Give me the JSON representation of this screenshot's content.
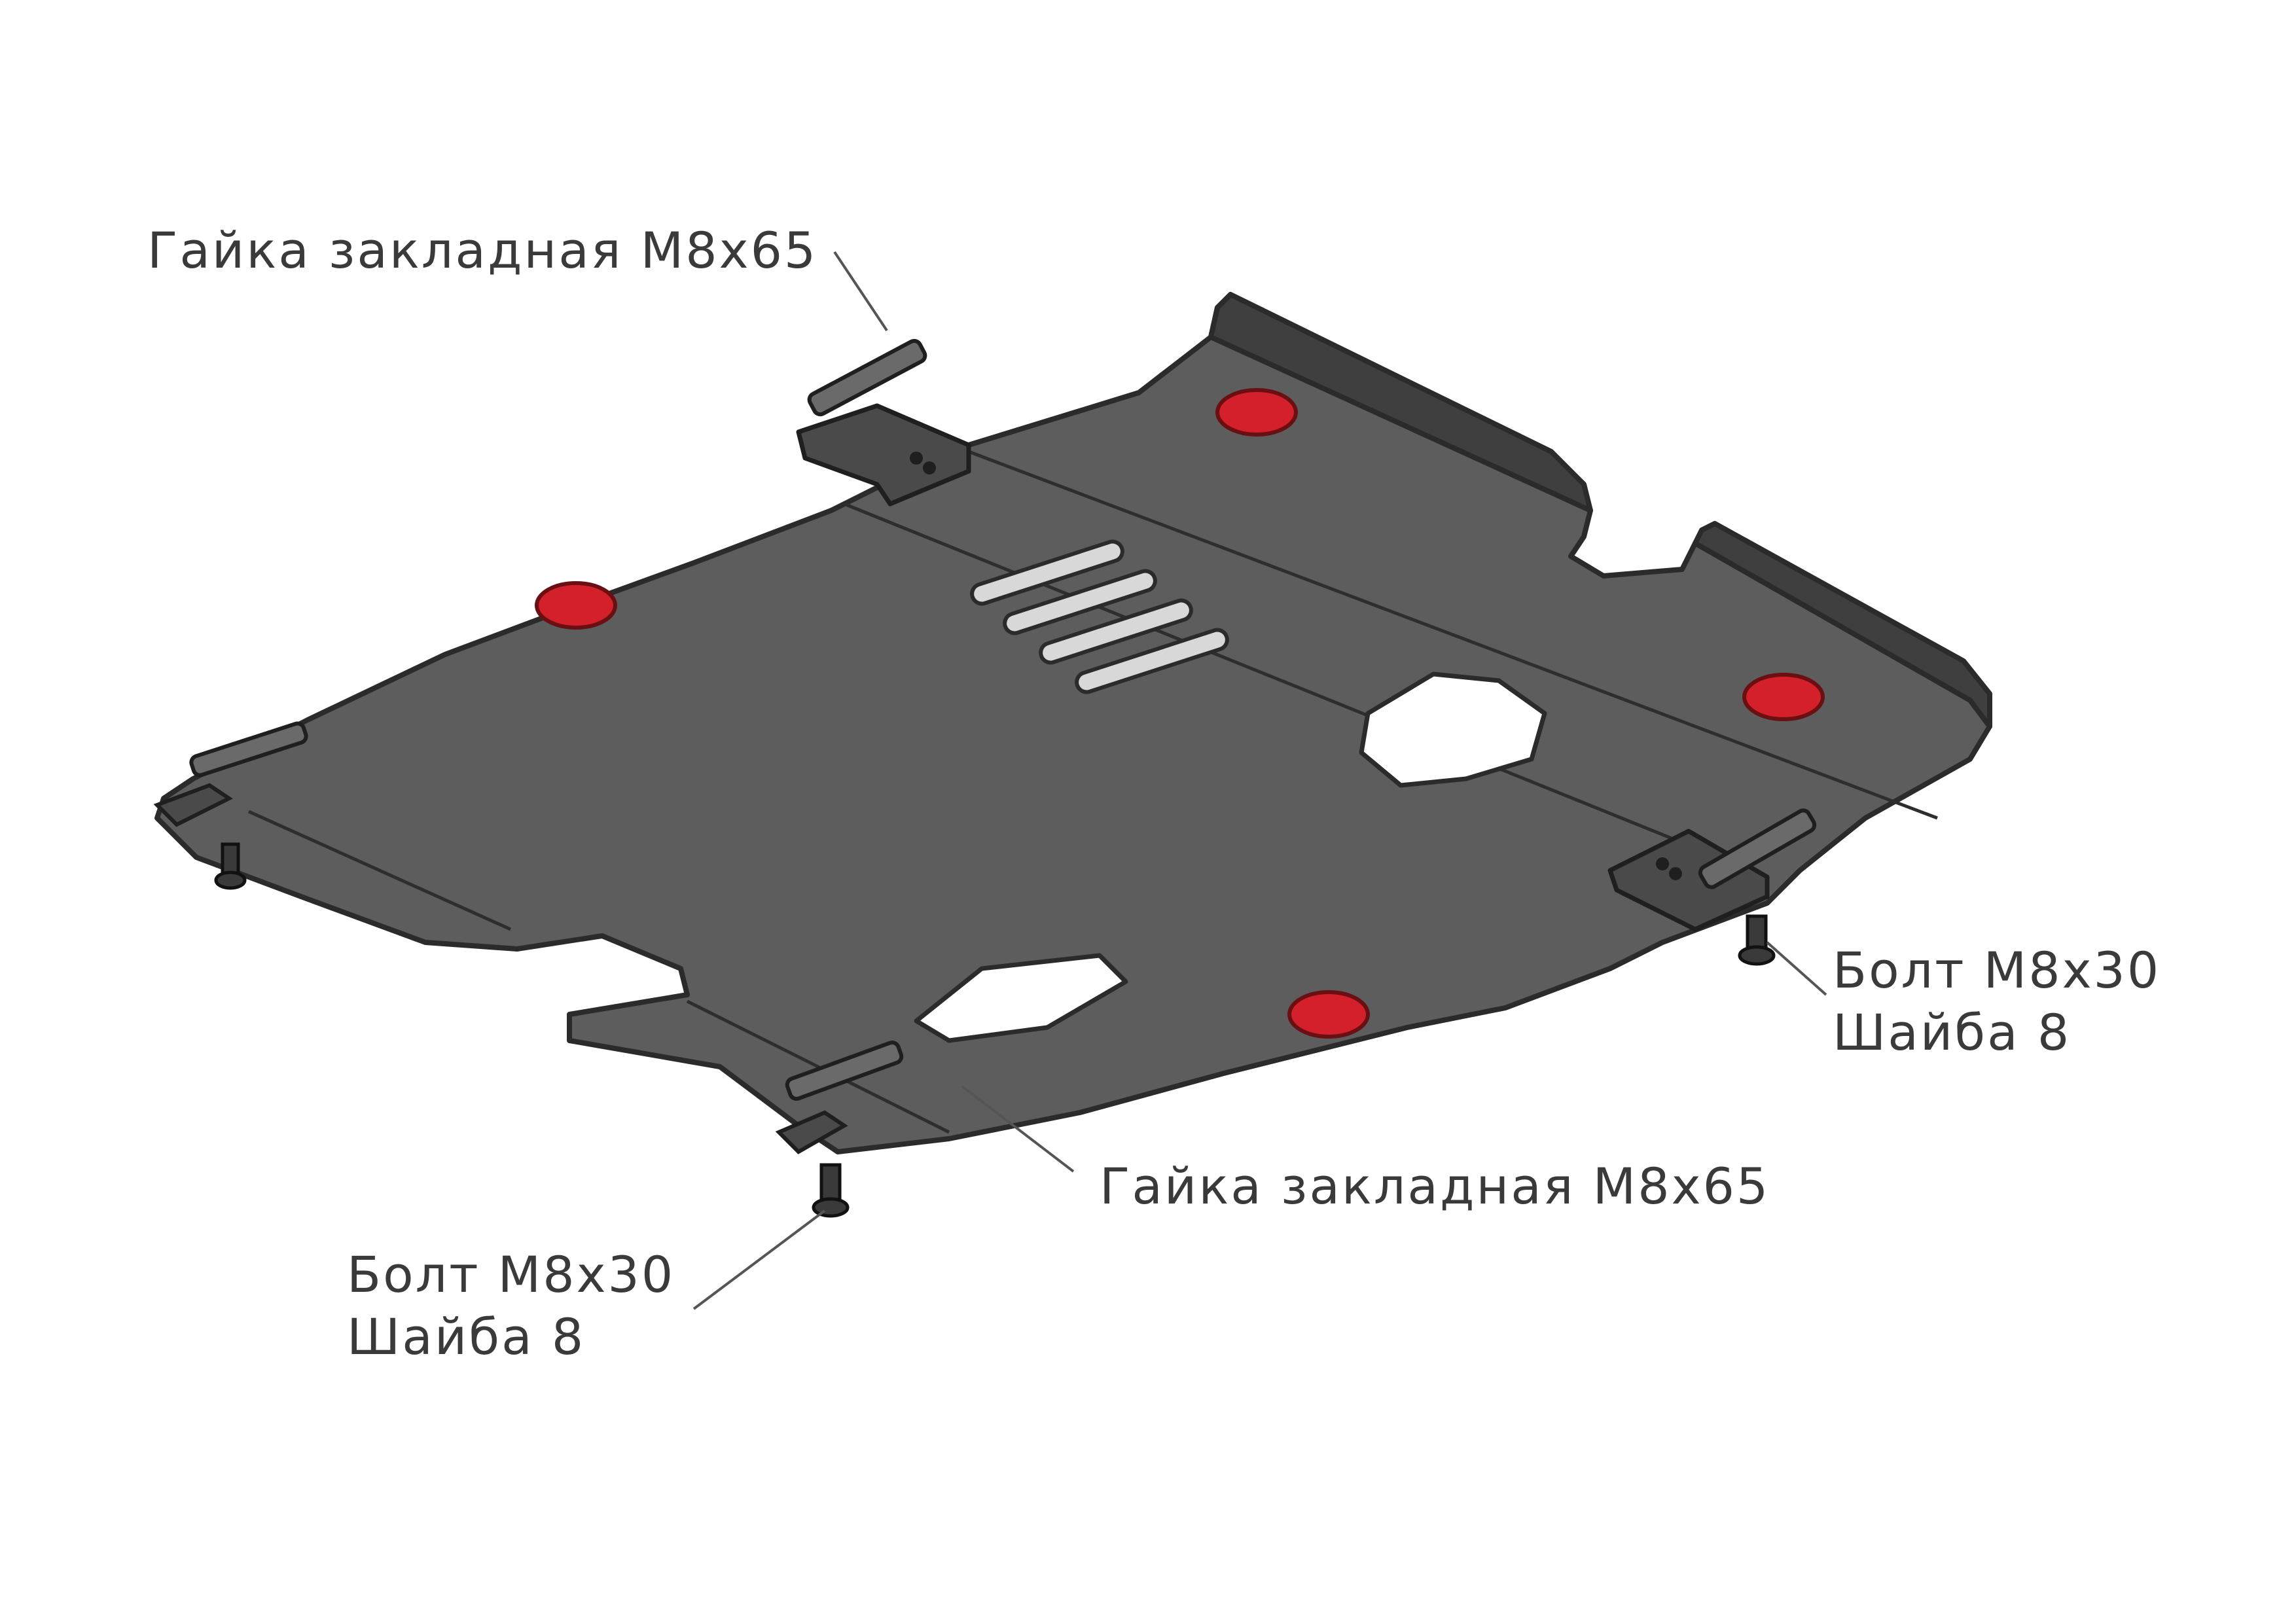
{
  "callouts": {
    "nut_top": "Гайка закладная М8х65",
    "nut_bottom": "Гайка закладная М8х65",
    "bolt_right_line1": "Болт М8х30",
    "bolt_right_line2": "Шайба 8",
    "bolt_left_line1": "Болт М8х30",
    "bolt_left_line2": "Шайба 8"
  },
  "colors": {
    "plate": "#5d5d5d",
    "plate_dark": "#454545",
    "edge": "#2b2b2b",
    "plug": "#d4202a",
    "label_text": "#3a3a3a",
    "leader_line": "#555555"
  }
}
